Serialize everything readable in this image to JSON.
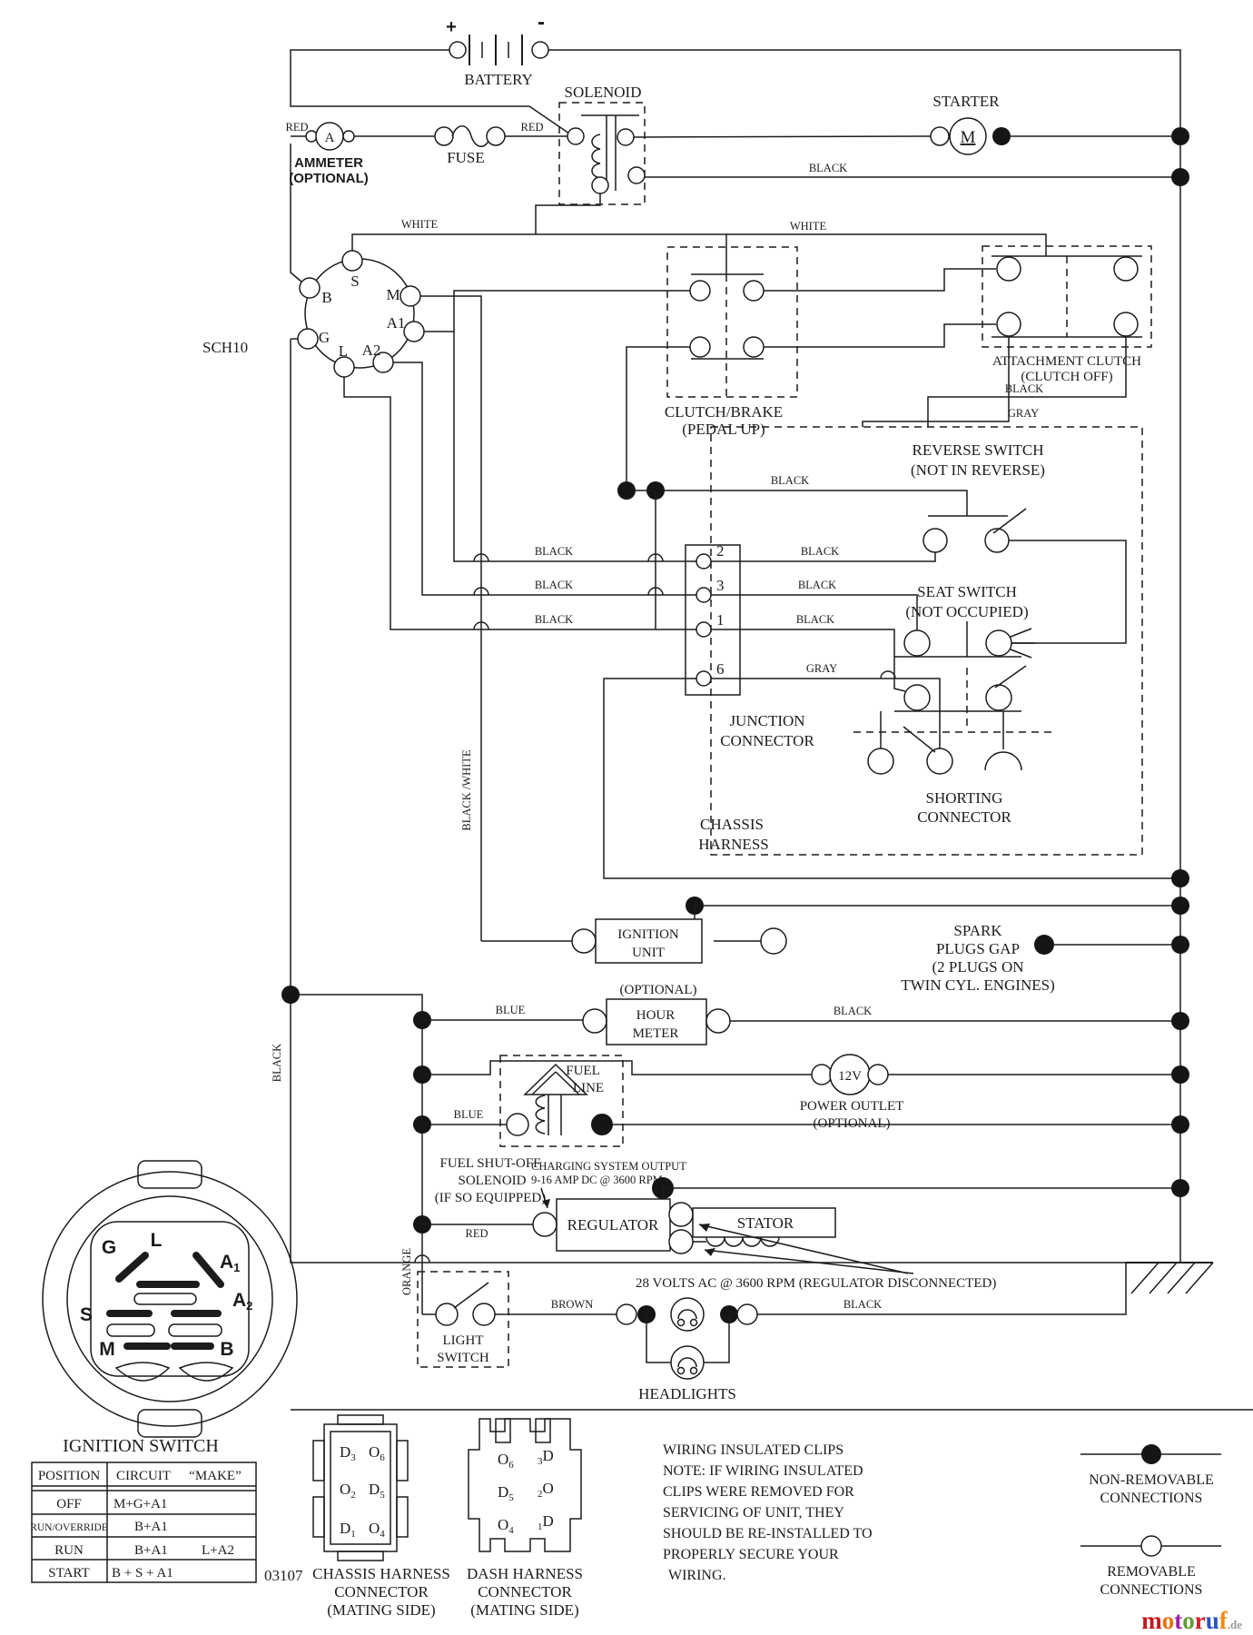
{
  "wire": {
    "red": "RED",
    "black": "BLACK",
    "white": "WHITE",
    "gray": "GRAY",
    "blue": "BLUE",
    "brown": "BROWN",
    "orange": "ORANGE",
    "black_white": "BLACK /WHITE"
  },
  "battery": {
    "name": "BATTERY",
    "plus": "+",
    "minus": "-"
  },
  "ammeter": {
    "symbol": "A",
    "l1": "AMMETER",
    "l2": "(OPTIONAL)"
  },
  "fuse": {
    "name": "FUSE"
  },
  "solenoid": {
    "name": "SOLENOID"
  },
  "starter": {
    "name": "STARTER",
    "symbol": "M"
  },
  "sch": "SCH10",
  "rotary": {
    "s": "S",
    "b": "B",
    "m": "M",
    "a1": "A1",
    "g": "G",
    "l": "L",
    "a2": "A2"
  },
  "clutch_brake": {
    "l1": "CLUTCH/BRAKE",
    "l2": "(PEDAL UP)"
  },
  "attachment": {
    "l1": "ATTACHMENT CLUTCH",
    "l2": "(CLUTCH OFF)"
  },
  "reverse": {
    "l1": "REVERSE SWITCH",
    "l2": "(NOT IN REVERSE)"
  },
  "seat": {
    "l1": "SEAT SWITCH",
    "l2": "(NOT OCCUPIED)"
  },
  "junction": {
    "l1": "JUNCTION",
    "l2": "CONNECTOR",
    "p1": "2",
    "p2": "3",
    "p3": "1",
    "p4": "6"
  },
  "chassis_harness": {
    "l1": "CHASSIS",
    "l2": "HARNESS"
  },
  "shorting": {
    "l1": "SHORTING",
    "l2": "CONNECTOR"
  },
  "ignition_unit": {
    "l1": "IGNITION",
    "l2": "UNIT"
  },
  "spark": {
    "l1": "SPARK",
    "l2": "PLUGS GAP",
    "l3": "(2 PLUGS ON",
    "l4": "TWIN CYL. ENGINES)"
  },
  "hour": {
    "opt": "(OPTIONAL)",
    "l1": "HOUR",
    "l2": "METER"
  },
  "fuel_line": {
    "l1": "FUEL",
    "l2": "LINE"
  },
  "outlet": {
    "symbol": "12V",
    "l1": "POWER OUTLET",
    "l2": "(OPTIONAL)"
  },
  "fuel_shutoff": {
    "l1": "FUEL SHUT-OFF",
    "l2": "SOLENOID",
    "l3": "(IF SO EQUIPPED)"
  },
  "charging": {
    "l1": "CHARGING SYSTEM OUTPUT",
    "l2": "9-16 AMP DC @ 3600 RPM"
  },
  "regulator": {
    "name": "REGULATOR"
  },
  "stator": {
    "name": "STATOR",
    "note": "28 VOLTS AC @ 3600 RPM (REGULATOR DISCONNECTED)"
  },
  "light_switch": {
    "l1": "LIGHT",
    "l2": "SWITCH"
  },
  "headlights": {
    "name": "HEADLIGHTS"
  },
  "detail": {
    "title": "IGNITION SWITCH",
    "g": "G",
    "l": "L",
    "a1b": "A",
    "a1s": "1",
    "a2b": "A",
    "a2s": "2",
    "s": "S",
    "m": "M",
    "b": "B"
  },
  "table": {
    "h1": "POSITION",
    "h2": "CIRCUIT",
    "h3": "“MAKE”",
    "r1c1": "OFF",
    "r1c2": "M+G+A1",
    "r2c1": "RUN/OVERRIDE",
    "r2c2": "B+A1",
    "r3c1": "RUN",
    "r3c2": "B+A1",
    "r3c3": "L+A2",
    "r4c1": "START",
    "r4c2": "B + S + A1"
  },
  "doc_no": "03107",
  "chassis_conn": {
    "l1": "CHASSIS HARNESS",
    "l2": "CONNECTOR",
    "l3": "(MATING SIDE)",
    "p1b": "D",
    "p1s": "3",
    "p2b": "O",
    "p2s": "6",
    "p3b": "O",
    "p3s": "2",
    "p4b": "D",
    "p4s": "5",
    "p5b": "D",
    "p5s": "1",
    "p6b": "O",
    "p6s": "4"
  },
  "dash_conn": {
    "l1": "DASH HARNESS",
    "l2": "CONNECTOR",
    "l3": "(MATING SIDE)",
    "p1lb": "O",
    "p1ls": "6",
    "p1rs": "3",
    "p1rb": "D",
    "p2lb": "D",
    "p2ls": "5",
    "p2rs": "2",
    "p2rb": "O",
    "p3lb": "O",
    "p3ls": "4",
    "p3rs": "1",
    "p3rb": "D"
  },
  "clips_note": {
    "t": "WIRING INSULATED CLIPS",
    "l1": "NOTE:  IF WIRING INSULATED",
    "l2": "CLIPS WERE REMOVED FOR",
    "l3": "SERVICING OF UNIT, THEY",
    "l4": "SHOULD BE RE-INSTALLED TO",
    "l5": "PROPERLY SECURE YOUR",
    "l6": "WIRING.",
    "t2": ""
  },
  "legend": {
    "n1": "NON-REMOVABLE",
    "n2": "CONNECTIONS",
    "r1": "REMOVABLE",
    "r2": "CONNECTIONS"
  },
  "logo": {
    "letters": [
      {
        "ch": "m",
        "color": "#c21a1f"
      },
      {
        "ch": "o",
        "color": "#e8720c"
      },
      {
        "ch": "t",
        "color": "#9a1fa8"
      },
      {
        "ch": "o",
        "color": "#5b9e31"
      },
      {
        "ch": "r",
        "color": "#d22027"
      },
      {
        "ch": "u",
        "color": "#2a52be"
      },
      {
        "ch": "f",
        "color": "#ef8b13"
      }
    ],
    "suffix": ".de",
    "suffix_color": "#9a9a9a"
  }
}
